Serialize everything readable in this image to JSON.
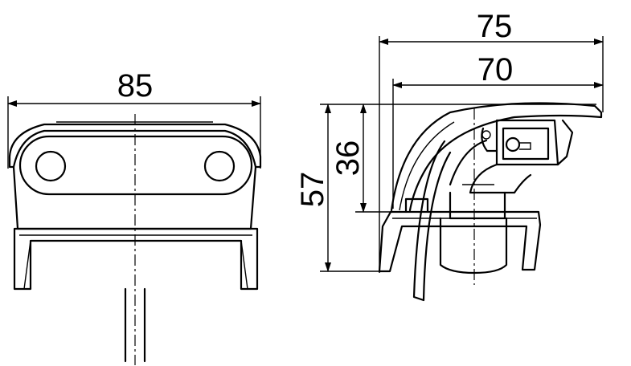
{
  "dimensions": {
    "front_width": "85",
    "side_total_width": "75",
    "side_inner_width": "70",
    "side_total_height": "57",
    "side_inner_height": "36"
  }
}
